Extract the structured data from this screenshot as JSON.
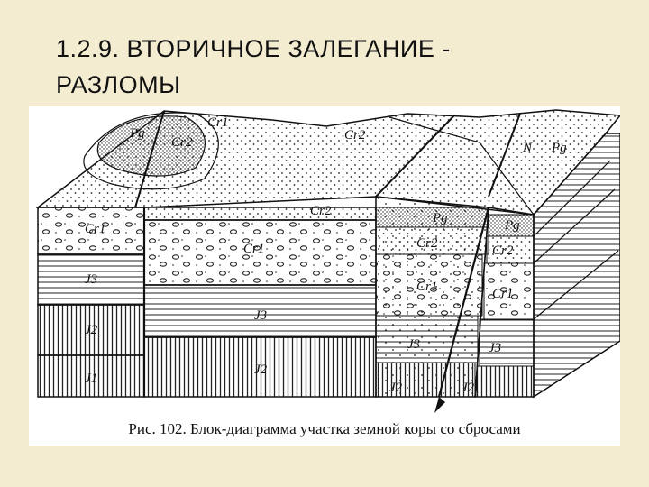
{
  "slide": {
    "title_line1": "1.2.9. ВТОРИЧНОЕ ЗАЛЕГАНИЕ -",
    "title_line2": "РАЗЛОМЫ"
  },
  "figure": {
    "caption": "Рис. 102. Блок-диаграмма участка земной коры со сбросами",
    "labels": {
      "pg_top": "Pg",
      "cr2_top_left": "Cr2",
      "cr1_top": "Cr1",
      "cr2_top_mid": "Cr2",
      "n_top": "N",
      "pg_top_right": "Pg",
      "cr2_top_center": "Cr2",
      "cr1_left": "Cr1",
      "j3_left": "J3",
      "j2_left": "J2",
      "j1_left": "J1",
      "cr1_center": "Cr1",
      "j3_center": "J3",
      "j2_center": "J2",
      "pg_right_a": "Pg",
      "pg_right_b": "Pg",
      "cr2_right_a": "Cr2",
      "cr2_right_b": "Cr2",
      "cr1_right_a": "Cr1",
      "cr1_right_b": "Cr1",
      "j3_right_a": "J3",
      "j3_right_b": "J3",
      "j2_right_a": "J2",
      "j2_right_b": "J2"
    }
  }
}
